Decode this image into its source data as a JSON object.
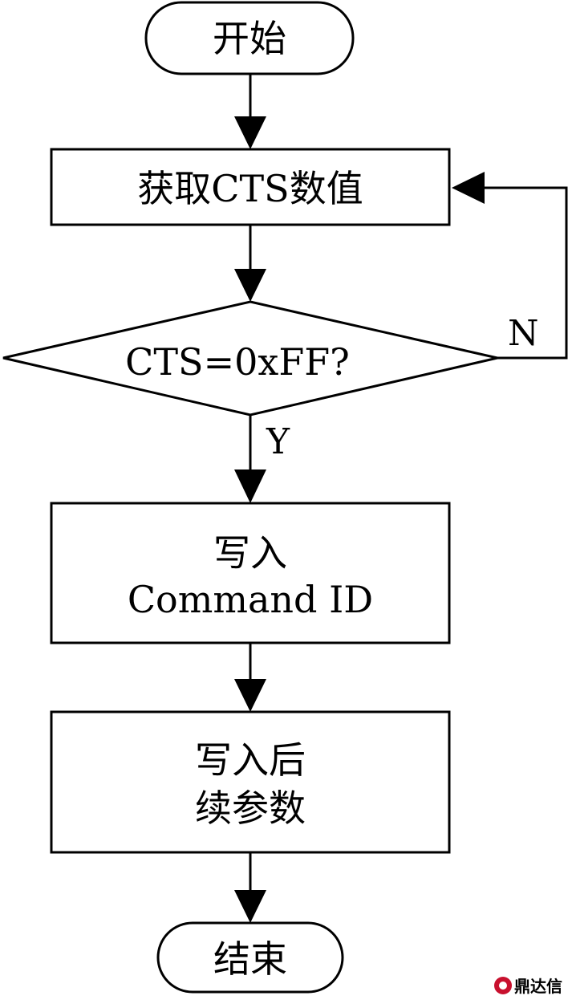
{
  "nodes": {
    "start": {
      "shape": "terminal",
      "lines": [
        "开始"
      ]
    },
    "get": {
      "shape": "process",
      "lines": [
        "获取CTS数值"
      ]
    },
    "check": {
      "shape": "decision",
      "lines": [
        "CTS=0xFF?"
      ]
    },
    "write": {
      "shape": "process",
      "lines": [
        "写入",
        "Command ID"
      ]
    },
    "params": {
      "shape": "process",
      "lines": [
        "写入后",
        "续参数"
      ]
    },
    "end": {
      "shape": "terminal",
      "lines": [
        "结束"
      ]
    }
  },
  "edges": [
    {
      "from": "start",
      "to": "get"
    },
    {
      "from": "get",
      "to": "check"
    },
    {
      "from": "check",
      "to": "write",
      "label": "Y"
    },
    {
      "from": "check",
      "to": "get",
      "label": "N"
    },
    {
      "from": "write",
      "to": "params"
    },
    {
      "from": "params",
      "to": "end"
    }
  ],
  "watermark": {
    "text": "鼎达信",
    "color": "#c8102e"
  }
}
